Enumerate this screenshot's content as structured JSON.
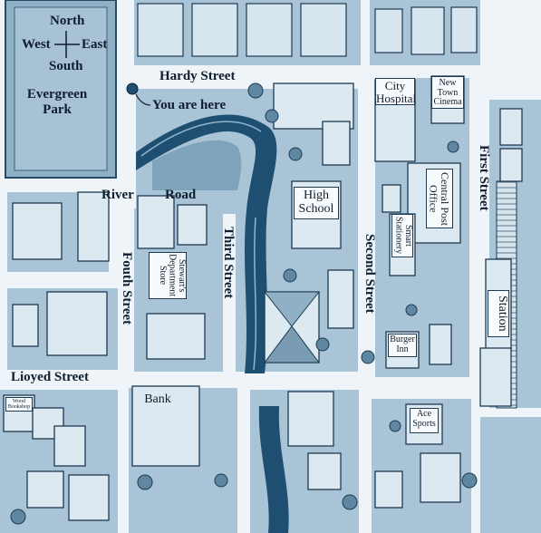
{
  "compass": {
    "north": "North",
    "south": "South",
    "east": "East",
    "west": "West"
  },
  "places": {
    "park": "Evergreen Park",
    "you_are_here": "You are here",
    "city_hospital": "City Hospital",
    "new_town_cinema": "New Town Cinema",
    "central_post_office": "Central Post Office",
    "smart_stationery": "Smart Stationery",
    "high_school": "High School",
    "stewarts": "Stewart's Department Store",
    "bank": "Bank",
    "burger_inn": "Burger Inn",
    "ace_sports": "Ace Sports",
    "station": "Station",
    "corner_sign": "Wood Bookshop"
  },
  "streets": {
    "hardy": "Hardy Street",
    "river": "River",
    "road": "Road",
    "third": "Third Street",
    "second": "Second Street",
    "first": "First Street",
    "fourth": "Fouth Street",
    "lioyed": "Lioyed Street"
  },
  "colors": {
    "water": "#1f4f70",
    "block": "#a9c4d6",
    "road": "#eef4f8",
    "park": "#8fb0c5",
    "ink": "#0f1e2e"
  }
}
